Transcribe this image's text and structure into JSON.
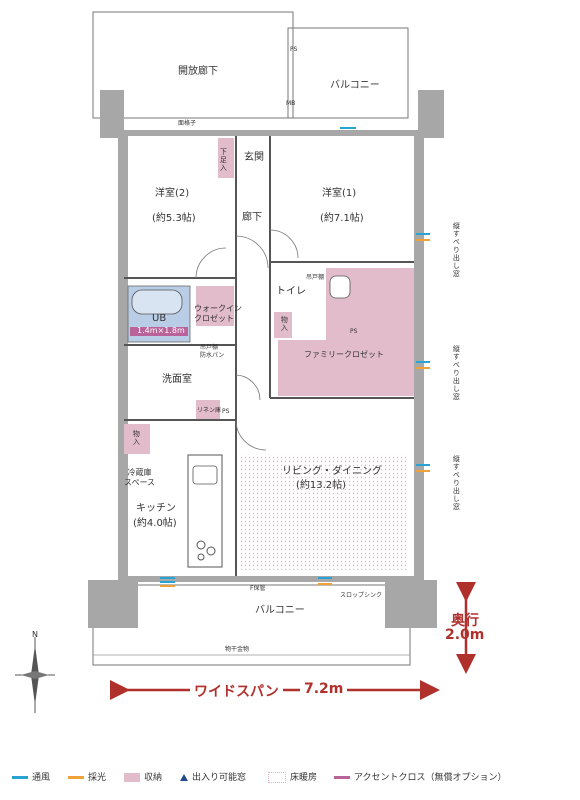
{
  "rooms": {
    "corridor": "開放廊下",
    "balcony_top": "バルコニー",
    "balcony_bottom": "バルコニー",
    "bedroom2": "洋室(2)",
    "bedroom2_area": "(約5.3帖)",
    "bedroom1": "洋室(1)",
    "bedroom1_area": "(約7.1帖)",
    "entrance": "玄関",
    "hallway": "廊下",
    "shoe_box": "下足入",
    "toilet": "トイレ",
    "ub": "UB",
    "ub_size": "1.4m×1.8m",
    "walkin_closet": "ウォークイン\nクロゼット",
    "hanging_shelf": "吊戸棚",
    "washer_pan": "防水パン",
    "storage": "物入",
    "storage2": "物入",
    "family_closet": "ファミリークロゼット",
    "hanging_shelf2": "吊戸棚",
    "washroom": "洗面室",
    "linen": "リネン庫",
    "fridge_space": "冷蔵庫\nスペース",
    "kitchen": "キッチン",
    "kitchen_area": "(約4.0帖)",
    "living": "リビング・ダイニング",
    "living_area": "(約13.2帖)"
  },
  "tags": {
    "ps1": "PS",
    "ps2": "PS",
    "ps3": "PS",
    "mb": "MB",
    "faceplate": "面格子",
    "f_socket": "F保管",
    "slop_sink": "スロップシンク",
    "clothes_rack": "物干金物",
    "window_a": "縦すべり出し窓",
    "window_b": "縦すべり出し窓",
    "window_c": "縦すべり出し窓"
  },
  "dimensions": {
    "depth_label": "奥行",
    "depth_value": "2.0m",
    "span_label": "ワイドスパン",
    "span_value": "7.2m"
  },
  "compass": {
    "north": "N"
  },
  "legend": {
    "ventilation": "通風",
    "daylight": "採光",
    "storage": "収納",
    "window": "出入り可能窓",
    "floor_heating": "床暖房",
    "accent": "アクセントクロス（無償オプション）"
  },
  "colors": {
    "storage": "#e3bccb",
    "accent": "#b9639a",
    "ub": "#b9cde6",
    "wall": "#a7a7a7",
    "dim": "#b0302c",
    "vent": "#29a3d4",
    "light": "#f0a23a",
    "floor_heating": "#e3b3c4"
  }
}
